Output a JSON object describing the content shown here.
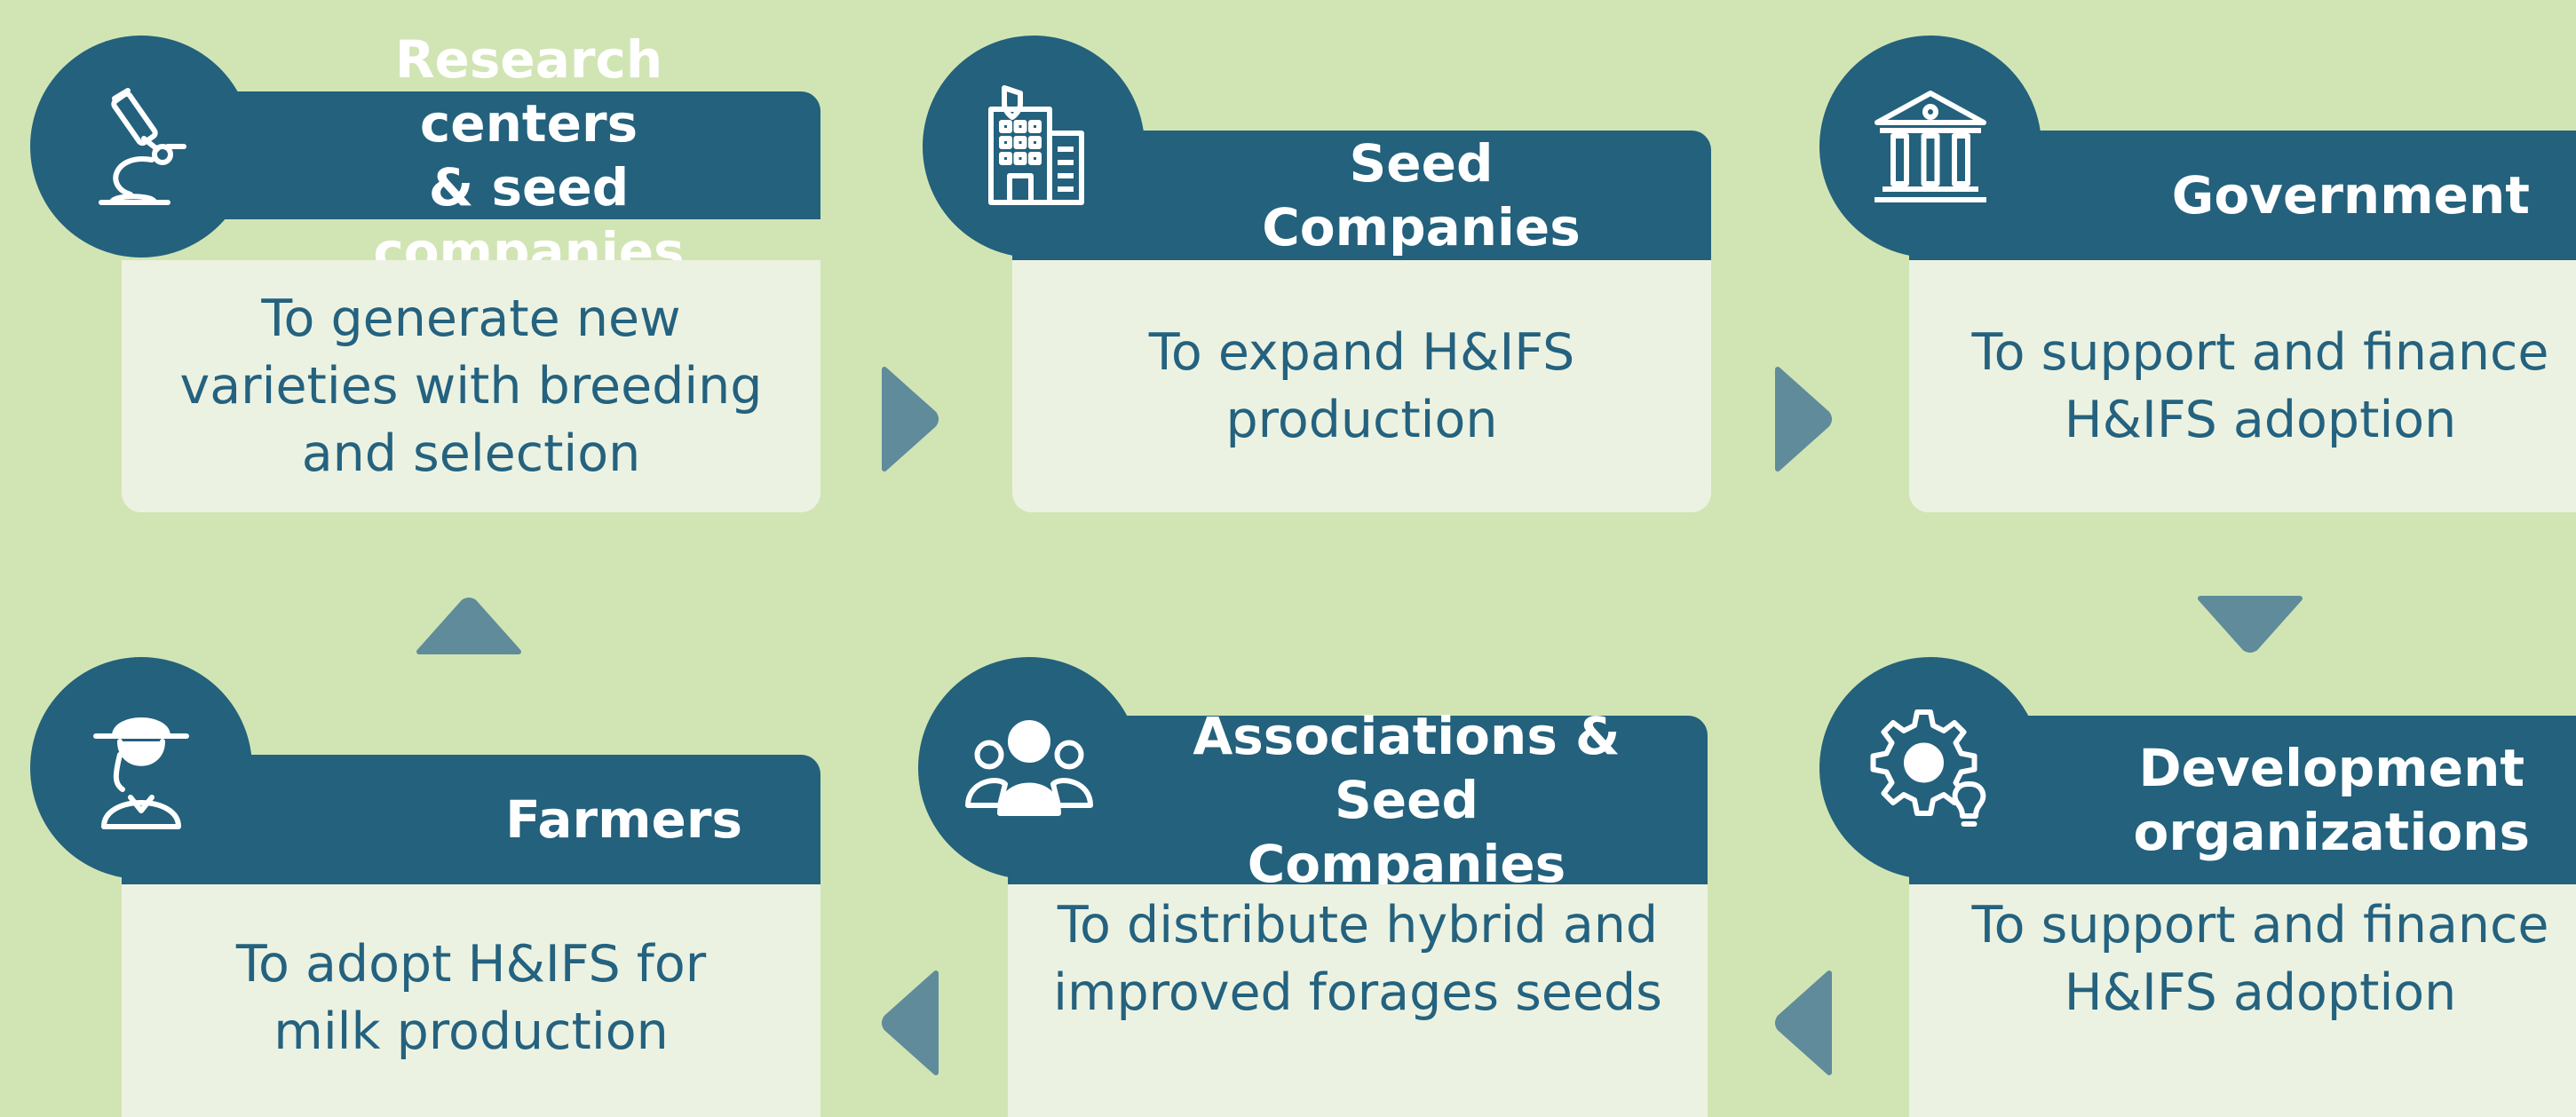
{
  "colors": {
    "background": "#d1e5b4",
    "header": "#23617d",
    "body": "#ecf2e1",
    "body_text": "#24627f",
    "arrow": "#5f8b9b"
  },
  "nodes": [
    {
      "id": "research",
      "icon": "microscope-icon",
      "title_lines": [
        "Research centers",
        "& seed companies"
      ],
      "description_lines": [
        "To generate new",
        "varieties with breeding",
        "and selection"
      ]
    },
    {
      "id": "seed-companies",
      "icon": "office-building-icon",
      "title_lines": [
        "Seed Companies"
      ],
      "description_lines": [
        "To expand H&IFS",
        "production"
      ]
    },
    {
      "id": "government",
      "icon": "government-building-icon",
      "title_lines": [
        "Government"
      ],
      "description_lines": [
        "To support and finance",
        "H&IFS adoption"
      ]
    },
    {
      "id": "farmers",
      "icon": "farmer-icon",
      "title_lines": [
        "Farmers"
      ],
      "description_lines": [
        "To adopt H&IFS for",
        "milk production"
      ]
    },
    {
      "id": "associations",
      "icon": "people-group-icon",
      "title_lines": [
        "Associations &",
        "Seed Companies"
      ],
      "description_lines": [
        "To distribute hybrid and",
        "improved forages seeds"
      ]
    },
    {
      "id": "development",
      "icon": "gear-lightbulb-icon",
      "title_lines": [
        "Development",
        "organizations"
      ],
      "description_lines": [
        "To support and finance",
        "H&IFS adoption"
      ]
    }
  ],
  "flow": [
    {
      "from": "research",
      "to": "seed-companies",
      "direction": "right"
    },
    {
      "from": "seed-companies",
      "to": "government",
      "direction": "right"
    },
    {
      "from": "government",
      "to": "development",
      "direction": "down"
    },
    {
      "from": "development",
      "to": "associations",
      "direction": "left"
    },
    {
      "from": "associations",
      "to": "farmers",
      "direction": "left"
    },
    {
      "from": "farmers",
      "to": "research",
      "direction": "up"
    }
  ]
}
